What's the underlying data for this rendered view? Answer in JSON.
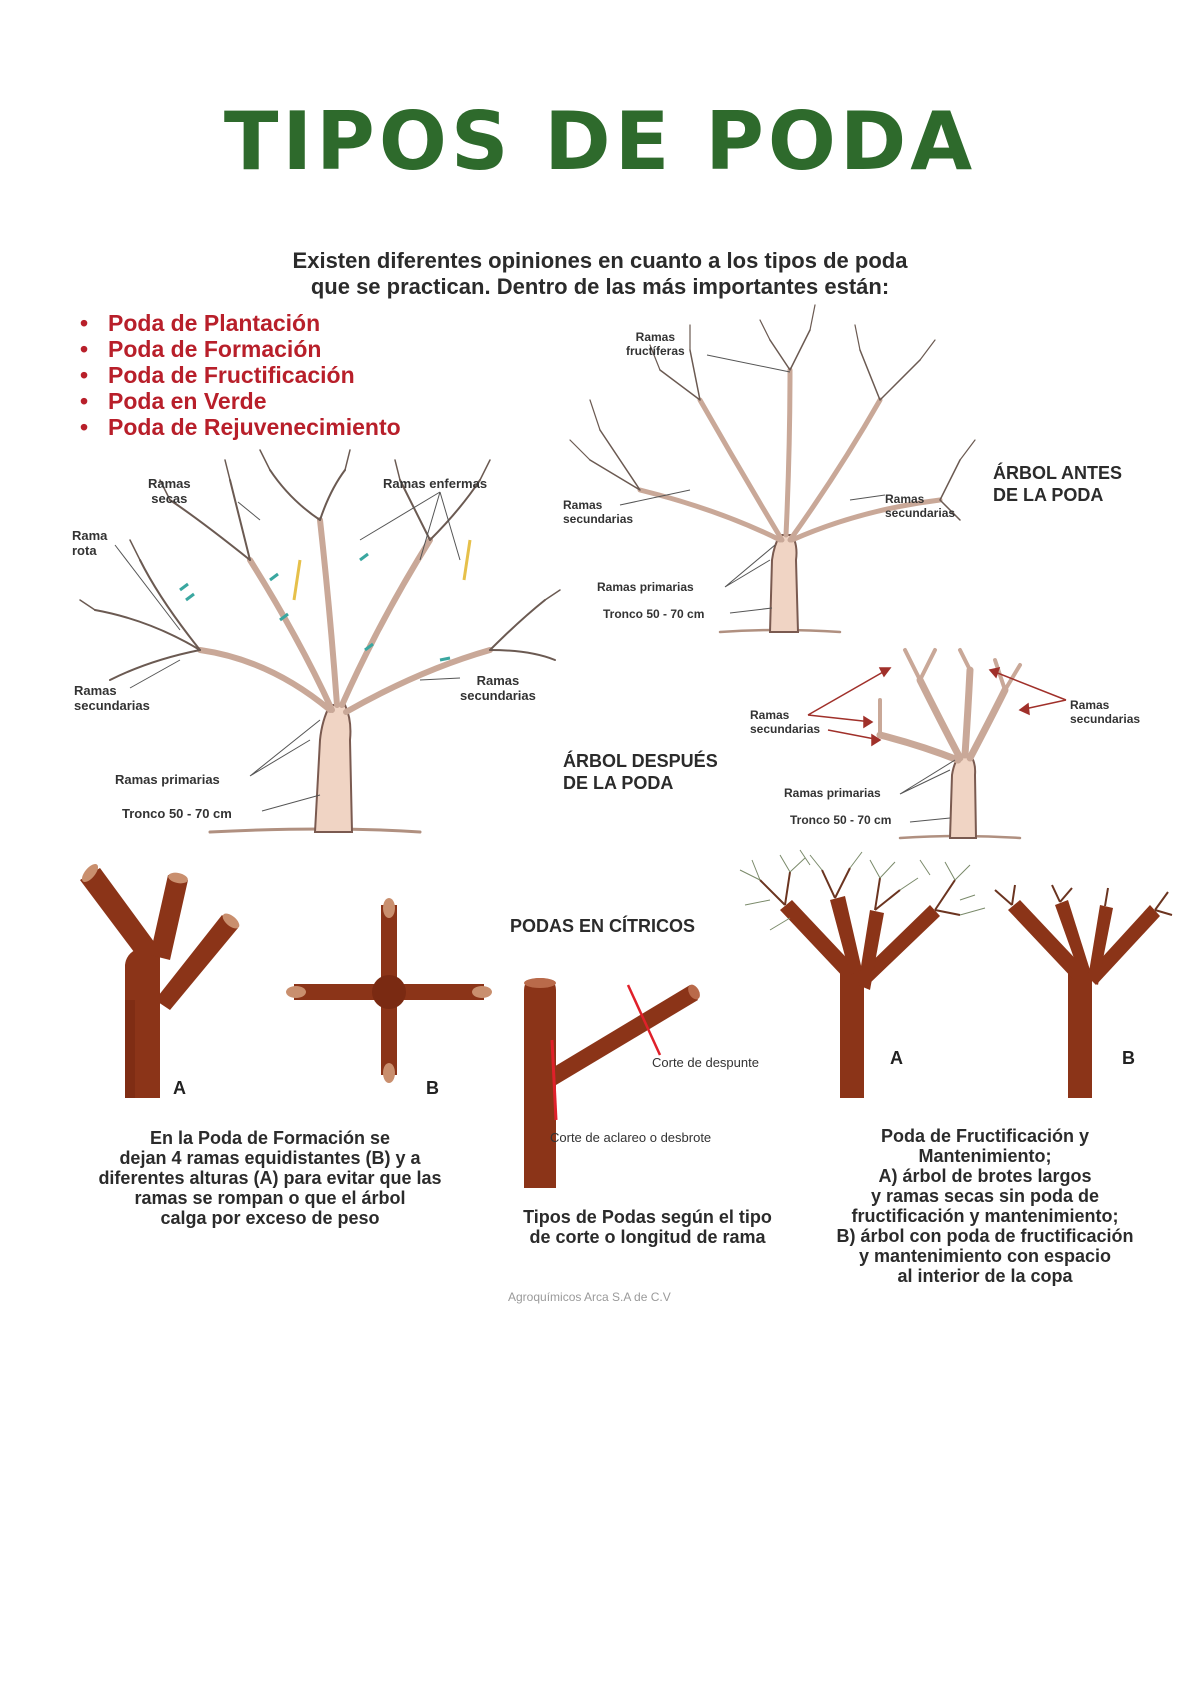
{
  "title": "TIPOS DE PODA",
  "intro": {
    "line1": "Existen diferentes opiniones en cuanto a los tipos de poda",
    "line2": "que se practican. Dentro de las más importantes están:"
  },
  "pruning_types": [
    "Poda de Plantación",
    "Poda de Formación",
    "Poda de Fructificación",
    "Poda en Verde",
    "Poda de Rejuvenecimiento"
  ],
  "colors": {
    "title": "#2e6a2c",
    "list_red": "#b81f2a",
    "wood": "#8b3418",
    "trunk_sketch": "#e8c7b4",
    "cut_line": "#e0202a"
  },
  "diagram_left": {
    "ramas_secas": "Ramas\nsecas",
    "ramas_enfermas": "Ramas enfermas",
    "rama_rota": "Rama\nrota",
    "ramas_secundarias_left": "Ramas\nsecundarias",
    "ramas_secundarias_right": "Ramas\nsecundarias",
    "ramas_primarias": "Ramas primarias",
    "tronco": "Tronco 50 - 70 cm"
  },
  "diagram_before": {
    "heading": "ÁRBOL ANTES\nDE LA PODA",
    "ramas_fructiferas": "Ramas\nfructíferas",
    "ramas_secundarias_left": "Ramas\nsecundarias",
    "ramas_secundarias_right": "Ramas\nsecundarias",
    "ramas_primarias": "Ramas primarias",
    "tronco": "Tronco 50 - 70 cm"
  },
  "diagram_after": {
    "heading": "ÁRBOL DESPUÉS\nDE LA PODA",
    "ramas_secundarias_left": "Ramas\nsecundarias",
    "ramas_secundarias_right": "Ramas\nsecundarias",
    "ramas_primarias": "Ramas primarias",
    "tronco": "Tronco 50 - 70 cm"
  },
  "formation": {
    "letter_a": "A",
    "letter_b": "B",
    "caption": "En la Poda de Formación se\ndejan 4 ramas equidistantes (B) y a\ndiferentes alturas (A) para evitar que las\nramas se rompan o que el árbol\ncalga por exceso de peso"
  },
  "citrus": {
    "heading": "PODAS EN CÍTRICOS",
    "corte_despunte": "Corte de despunte",
    "corte_aclareo": "Corte de aclareo o desbrote",
    "caption": "Tipos de Podas según el tipo\nde corte o longitud de rama"
  },
  "fructification": {
    "letter_a": "A",
    "letter_b": "B",
    "caption": "Poda de Fructificación y\nMantenimiento;\nA) árbol de brotes largos\ny ramas secas sin poda de\nfructificación y mantenimiento;\nB) árbol con poda de fructificación\ny mantenimiento con espacio\nal interior de la copa"
  },
  "credit": "Agroquímicos Arca S.A de C.V"
}
